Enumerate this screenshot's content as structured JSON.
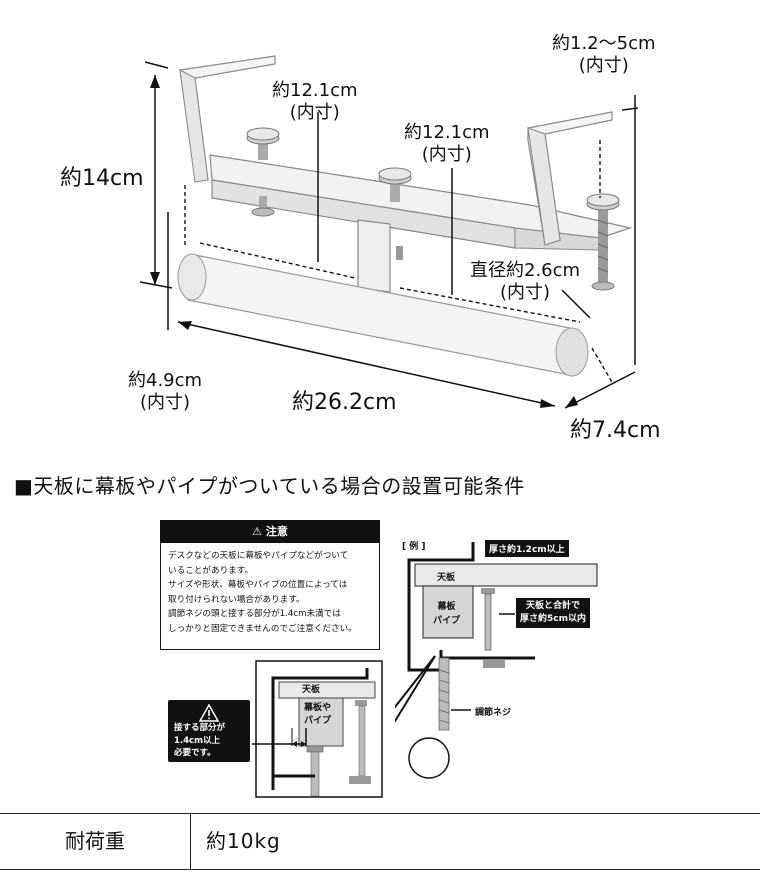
{
  "dimensions": {
    "height": "約14cm",
    "gap_top": "約1.2〜5cm",
    "gap_top_sub": "(内寸)",
    "span_left": "約12.1cm",
    "span_left_sub": "(内寸)",
    "span_right": "約12.1cm",
    "span_right_sub": "(内寸)",
    "pipe_diameter": "直径約2.6cm",
    "pipe_diameter_sub": "(内寸)",
    "inner_height": "約4.9cm",
    "inner_height_sub": "(内寸)",
    "length": "約26.2cm",
    "depth": "約7.4cm"
  },
  "section_heading": "■天板に幕板やパイプがついている場合の設置可能条件",
  "caution": {
    "title": "⚠ 注意",
    "lines": [
      "デスクなどの天板に幕板やパイプなどがついて",
      "いることがあります。",
      "サイズや形状、幕板やパイプの位置によっては",
      "取り付けられない場合があります。",
      "調節ネジの頭と接する部分が1.4cm未満では",
      "しっかりと固定できませんのでご注意ください。"
    ]
  },
  "contact_note": {
    "lines": [
      "接する部分が",
      "1.4cm以上",
      "必要です。"
    ]
  },
  "example": {
    "label": "[ 例 ]",
    "thickness_note": "厚さ約1.2cm以上",
    "tabletop": "天板",
    "panel_lines": [
      "幕板",
      "パイプ"
    ],
    "total_note_lines": [
      "天板と合計で",
      "厚さ約5cm以内"
    ],
    "screw": "調節ネジ"
  },
  "detail": {
    "tabletop": "天板",
    "panel_lines": [
      "幕板や",
      "パイプ"
    ]
  },
  "spec": {
    "key": "耐荷重",
    "value": "約10kg"
  }
}
